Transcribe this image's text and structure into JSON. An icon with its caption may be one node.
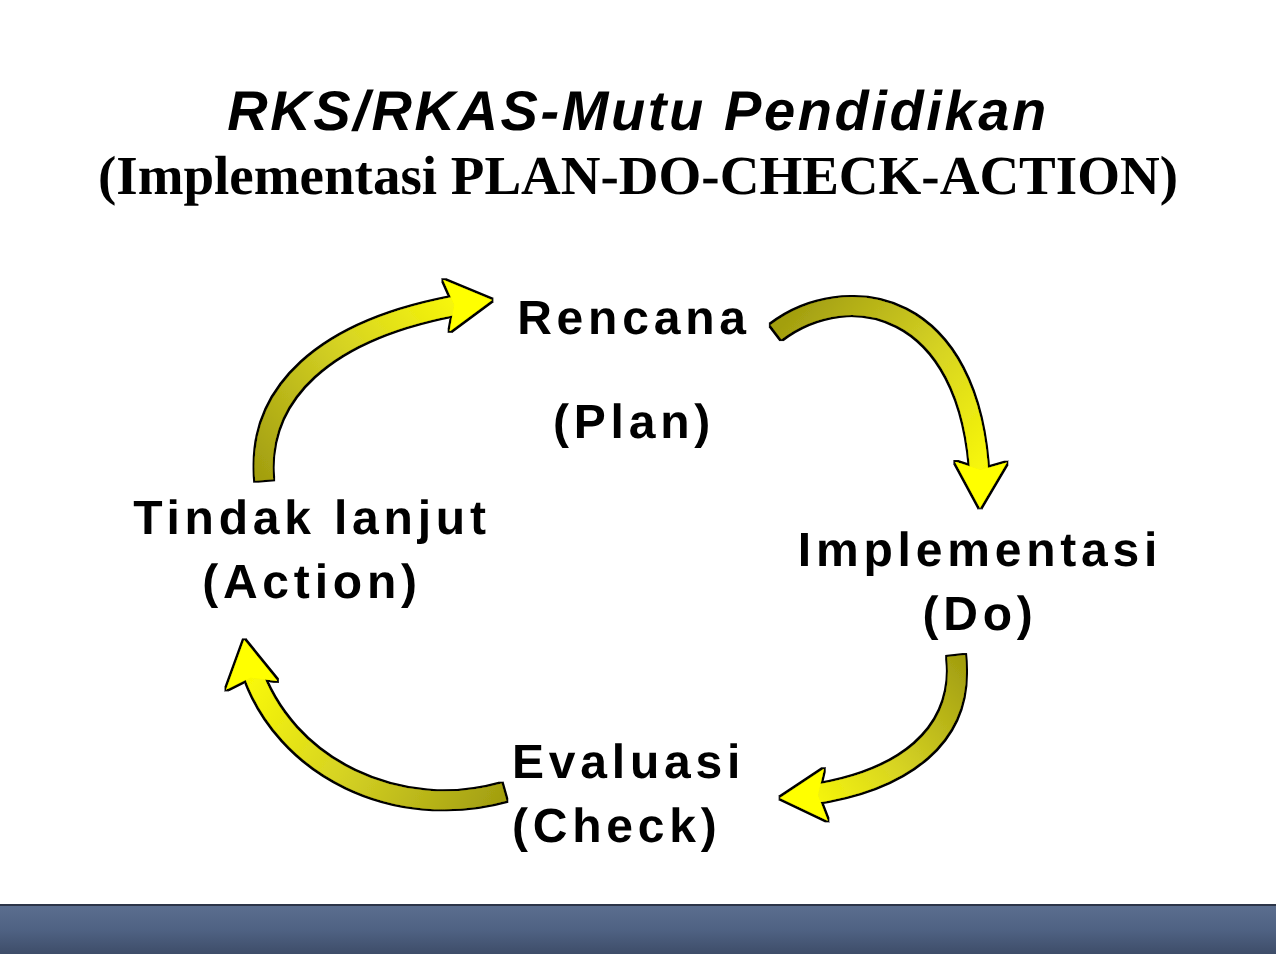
{
  "diagram": {
    "title": "RKS/RKAS-Mutu Pendidikan",
    "nodes": [
      {
        "text": [
          "Rencana (Plan)"
        ]
      },
      {
        "text": [
          "Tindak lanjut (Action)"
        ]
      },
      {
        "text": [
          "Implementasi (Do)"
        ]
      },
      {
        "text": [
          "Evaluasi (Check)"
        ]
      }
    ],
    "edges": [
      {
        "from": 1,
        "to": 0,
        "arrow": "to"
      },
      {
        "from": 0,
        "to": 2,
        "arrow": "to"
      },
      {
        "from": 2,
        "to": 3,
        "arrow": "to"
      },
      {
        "from": 3,
        "to": 1,
        "arrow": "to"
      }
    ],
    "labels": [
      "(Implementasi PLAN-DO-CHECK-ACTION)"
    ]
  }
}
